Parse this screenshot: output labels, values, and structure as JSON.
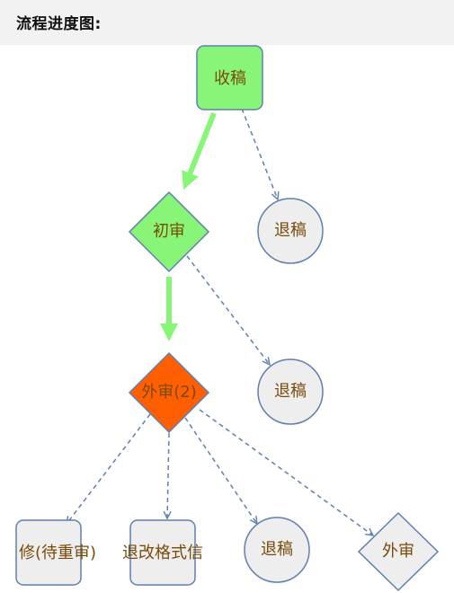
{
  "header": {
    "title": "流程进度图:"
  },
  "nodes": {
    "receive": {
      "label": "收稿",
      "shape": "rounded-rect",
      "status": "completed",
      "fill": "#88f578"
    },
    "initial_review": {
      "label": "初审",
      "shape": "diamond",
      "status": "completed",
      "fill": "#88f578"
    },
    "return_1": {
      "label": "退稿",
      "shape": "circle",
      "status": "pending",
      "fill": "#eeeeee"
    },
    "external_review_2": {
      "label": "外审(2)",
      "shape": "diamond",
      "status": "current",
      "fill": "#ff5f00"
    },
    "return_2": {
      "label": "退稿",
      "shape": "circle",
      "status": "pending",
      "fill": "#eeeeee"
    },
    "revise_pending": {
      "label": "修(待重审)",
      "shape": "rounded-rect",
      "status": "pending",
      "fill": "#eeeeee"
    },
    "return_revision_letter": {
      "label": "退改格式信",
      "shape": "rounded-rect",
      "status": "pending",
      "fill": "#eeeeee"
    },
    "return_3": {
      "label": "退稿",
      "shape": "circle",
      "status": "pending",
      "fill": "#eeeeee"
    },
    "external_review": {
      "label": "外审",
      "shape": "diamond",
      "status": "pending",
      "fill": "#eeeeee"
    }
  },
  "edges": [
    {
      "from": "receive",
      "to": "initial_review",
      "style": "completed"
    },
    {
      "from": "receive",
      "to": "return_1",
      "style": "possible"
    },
    {
      "from": "initial_review",
      "to": "external_review_2",
      "style": "completed"
    },
    {
      "from": "initial_review",
      "to": "return_2",
      "style": "possible"
    },
    {
      "from": "external_review_2",
      "to": "revise_pending",
      "style": "possible"
    },
    {
      "from": "external_review_2",
      "to": "return_revision_letter",
      "style": "possible"
    },
    {
      "from": "external_review_2",
      "to": "return_3",
      "style": "possible"
    },
    {
      "from": "external_review_2",
      "to": "external_review",
      "style": "possible"
    }
  ],
  "colors": {
    "completed_fill": "#88f578",
    "current_fill": "#ff5f00",
    "pending_fill": "#eeeeee",
    "node_stroke": "#5f7fb0",
    "completed_edge": "#88f578",
    "possible_edge": "#5f7fb0",
    "label_text": "#7a4a0a"
  }
}
